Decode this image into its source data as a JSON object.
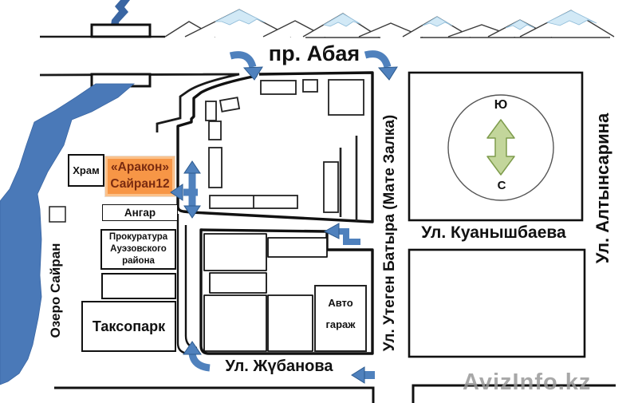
{
  "streets": {
    "abaya": "пр. Абая",
    "utegen_batyra": "Ул. Утеген Батыра (Мате Залка)",
    "kuanyshbaeva": "Ул. Куанышбаева",
    "altynsarina": "Ул. Алтынсарина",
    "zhubanova": "Ул. Жүбанова"
  },
  "lake": {
    "label": "Озеро Сайран"
  },
  "buildings": {
    "khram": "Храм",
    "arakon": {
      "line1": "«Аракон»",
      "line2": "Сайран12"
    },
    "angar": "Ангар",
    "prokuratura": {
      "line1": "Прокуратура",
      "line2": "Ауэзовского",
      "line3": "района"
    },
    "taxopark": "Таксопарк",
    "avtogarazh": {
      "line1": "Авто",
      "line2": "гараж"
    }
  },
  "compass": {
    "south_label": "Ю",
    "north_label": "С"
  },
  "watermark": "AvizInfo.kz",
  "colors": {
    "river": "#4a79b8",
    "river_dark": "#3a66a3",
    "arrow_blue": "#4f81bd",
    "arrow_blue_edge": "#2c5a8e",
    "highlight_orange": "#f79646",
    "highlight_frame": "#fbc18a",
    "compass_green": "#c3d69b",
    "compass_green_edge": "#7e9c4c",
    "snow": "#d2e9f6",
    "watermark_gray": "#9a9a9a"
  }
}
